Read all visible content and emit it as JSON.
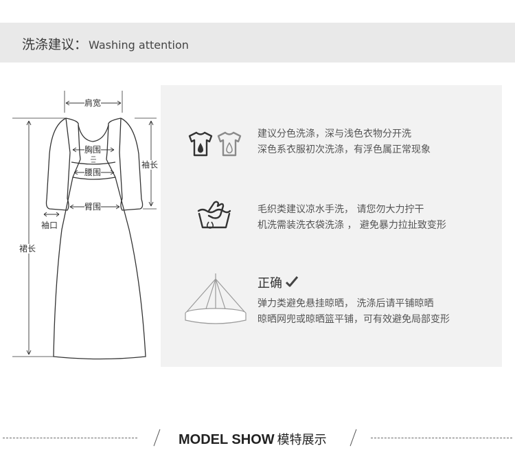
{
  "header": {
    "title_cn": "洗涤建议：",
    "title_en": "Washing attention"
  },
  "measurements": {
    "shoulder": "肩宽",
    "chest": "胸围",
    "waist": "腰围",
    "sleeve": "袖长",
    "upper_arm": "臂围",
    "cuff": "袖口",
    "skirt_length": "裙长"
  },
  "care": {
    "row1": {
      "icon": "tshirt-drops-icon",
      "line1": "建议分色洗涤，深与浅色衣物分开洗",
      "line2": "深色系衣服初次洗涤，有浮色属正常现象"
    },
    "row2": {
      "icon": "hand-wash-basin-icon",
      "line1": "毛织类建议凉水手洗， 请您勿大力拧干",
      "line2": "机洗需装洗衣袋洗涤 ， 避免暴力拉扯致变形"
    },
    "row3": {
      "icon": "drying-net-icon",
      "heading": "正确",
      "check_icon": "checkmark-icon",
      "line1": "弹力类避免悬挂晾晒， 洗涤后请平铺晾晒",
      "line2": "晾晒网兜或晾晒篮平铺，可有效避免局部变形"
    }
  },
  "footer": {
    "title_en": "MODEL SHOW",
    "title_cn": "模特展示"
  }
}
